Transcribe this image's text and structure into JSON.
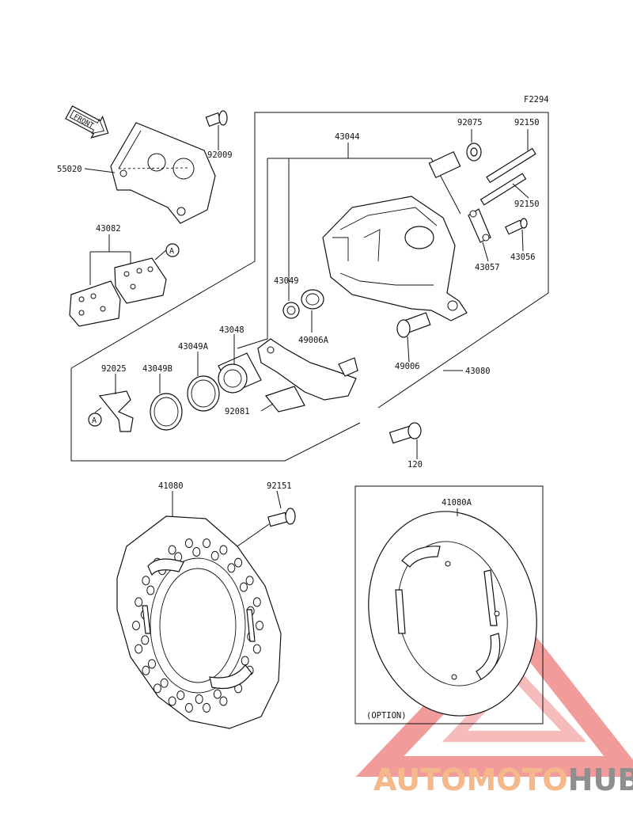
{
  "figure_code": "F2294",
  "front_label": "FRONT",
  "reference_marker": "A",
  "option_label": "(OPTION)",
  "watermark": {
    "part1": "AUTOMOTO",
    "part2": "HUB",
    "color_orange": "#f5b88a",
    "color_red": "#f08a8a",
    "color_gray": "#8f8f8f"
  },
  "callouts": [
    "92009",
    "55020",
    "43082",
    "43044",
    "92075",
    "92150",
    "92150",
    "43056",
    "43057",
    "43049",
    "49006A",
    "49006",
    "43080",
    "43048",
    "43049A",
    "92025",
    "43049B",
    "92081",
    "120",
    "41080",
    "92151",
    "41080A"
  ]
}
